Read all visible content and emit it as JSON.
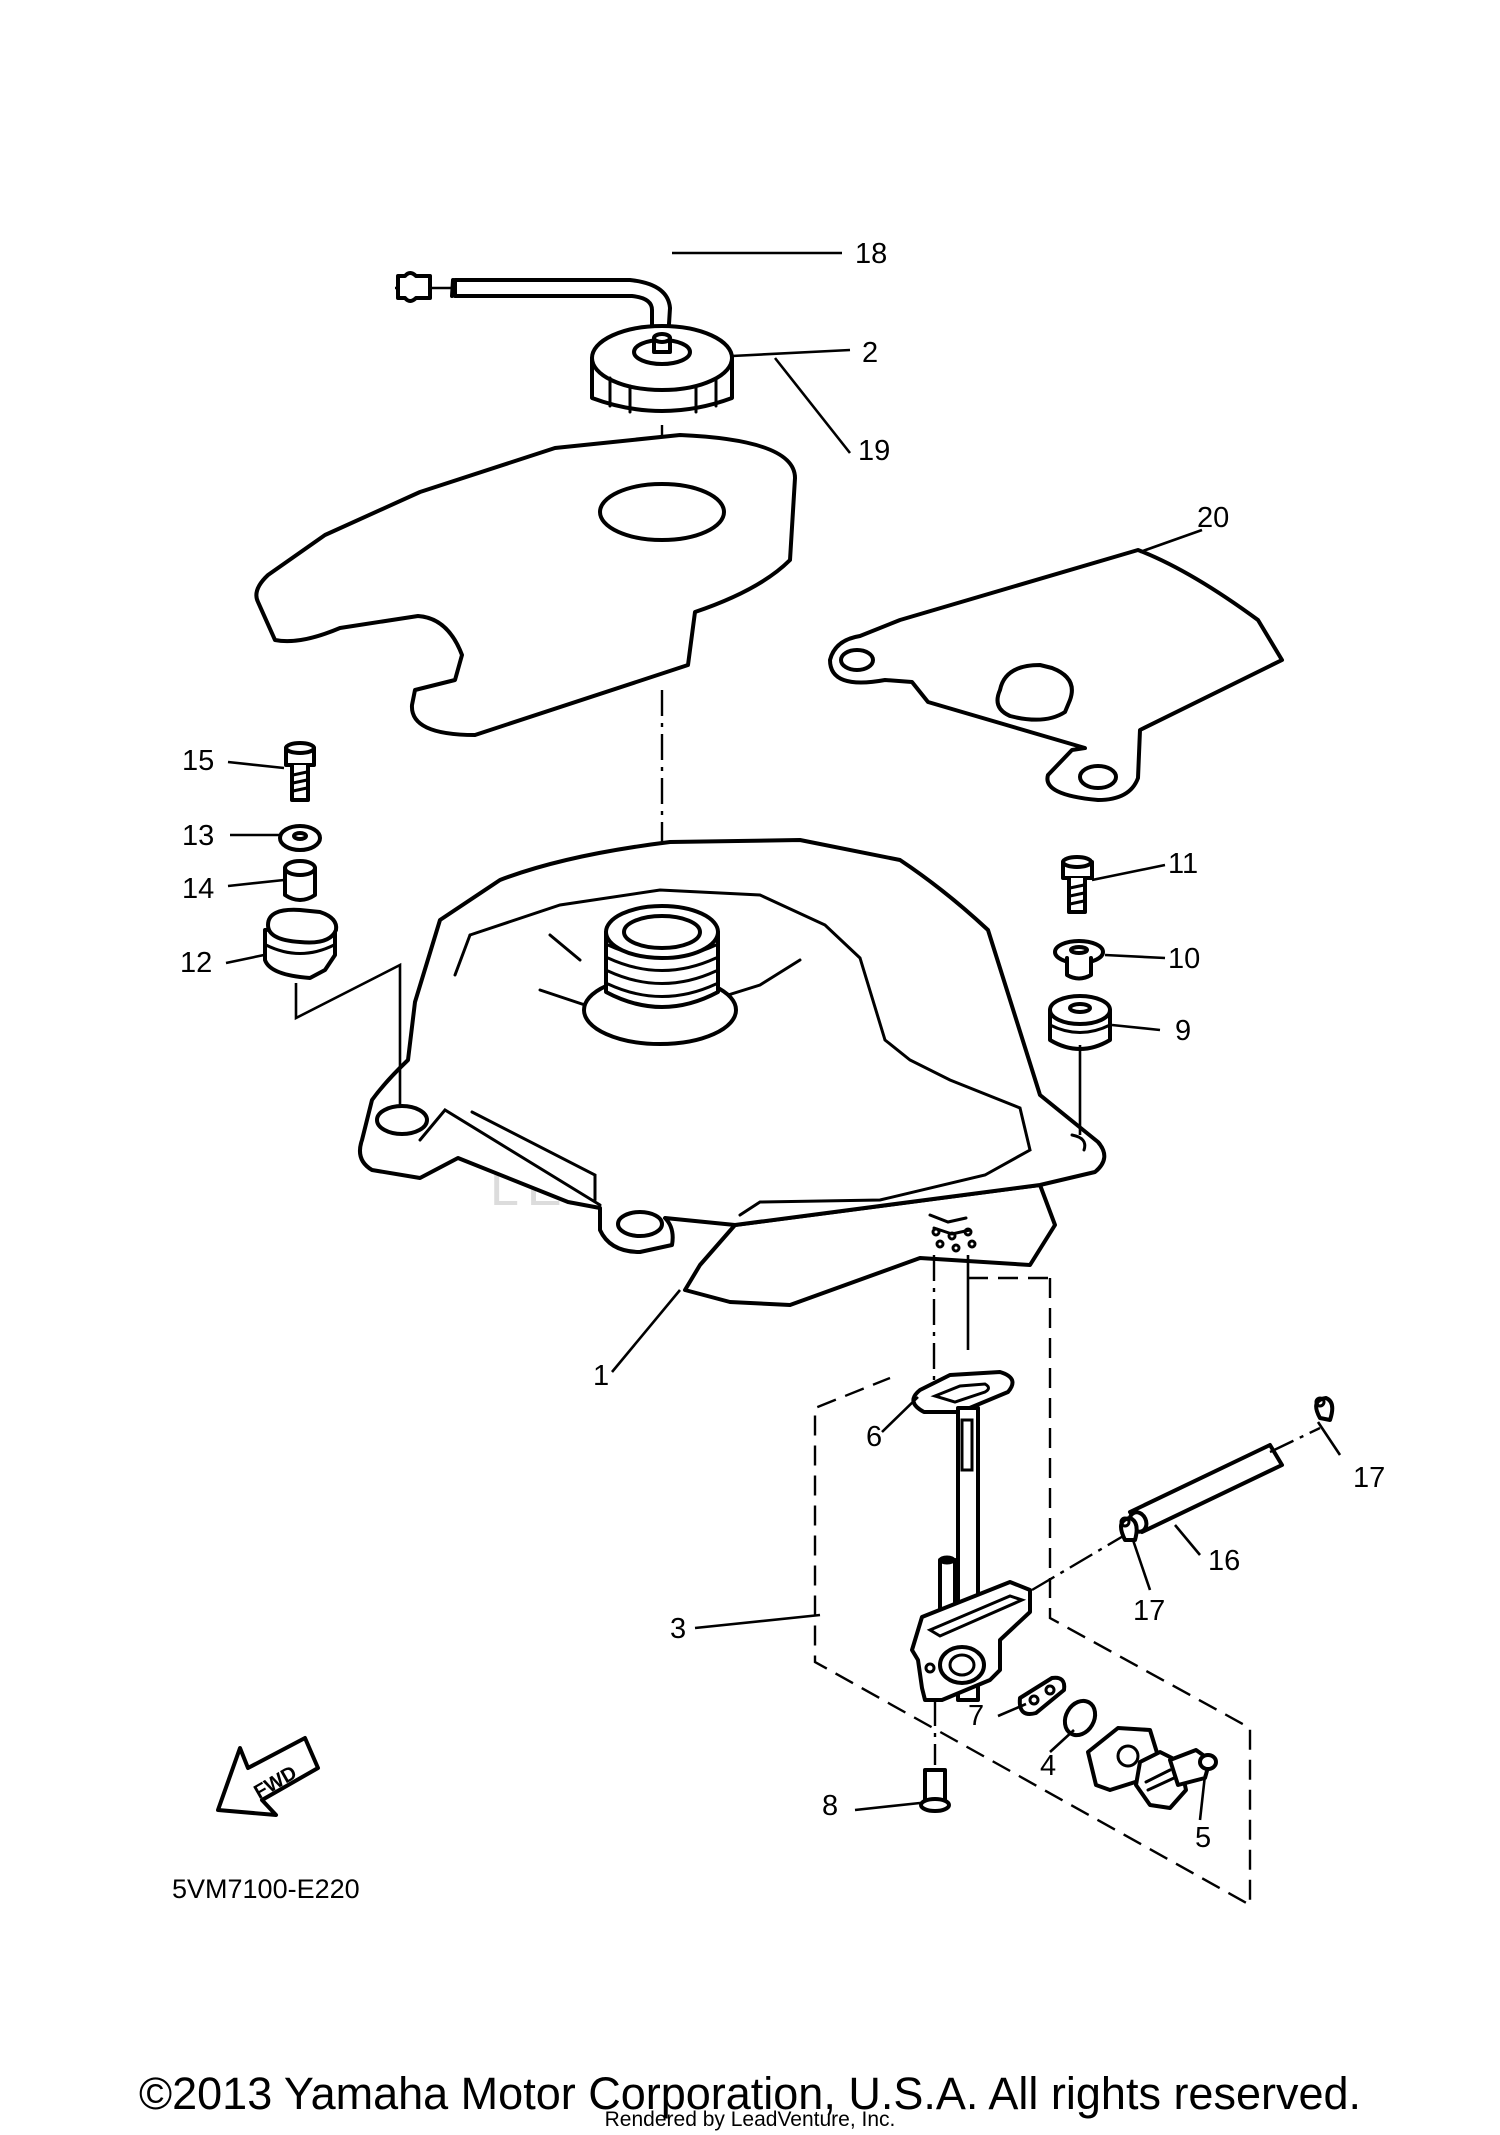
{
  "diagram": {
    "callouts": [
      {
        "label": "1"
      },
      {
        "label": "2"
      },
      {
        "label": "3"
      },
      {
        "label": "4"
      },
      {
        "label": "5"
      },
      {
        "label": "6"
      },
      {
        "label": "7"
      },
      {
        "label": "8"
      },
      {
        "label": "9"
      },
      {
        "label": "10"
      },
      {
        "label": "11"
      },
      {
        "label": "12"
      },
      {
        "label": "13"
      },
      {
        "label": "14"
      },
      {
        "label": "15"
      },
      {
        "label": "16"
      },
      {
        "label": "17"
      },
      {
        "label": "17"
      },
      {
        "label": "18"
      },
      {
        "label": "19"
      },
      {
        "label": "20"
      }
    ],
    "fwd_label": "FWD",
    "diagram_code": "5VM7100-E220",
    "watermark": "LEADVENTURE"
  },
  "footer": {
    "copyright": "©2013 Yamaha Motor Corporation, U.S.A. All rights reserved.",
    "rendered_by": "Rendered by LeadVenture, Inc."
  }
}
